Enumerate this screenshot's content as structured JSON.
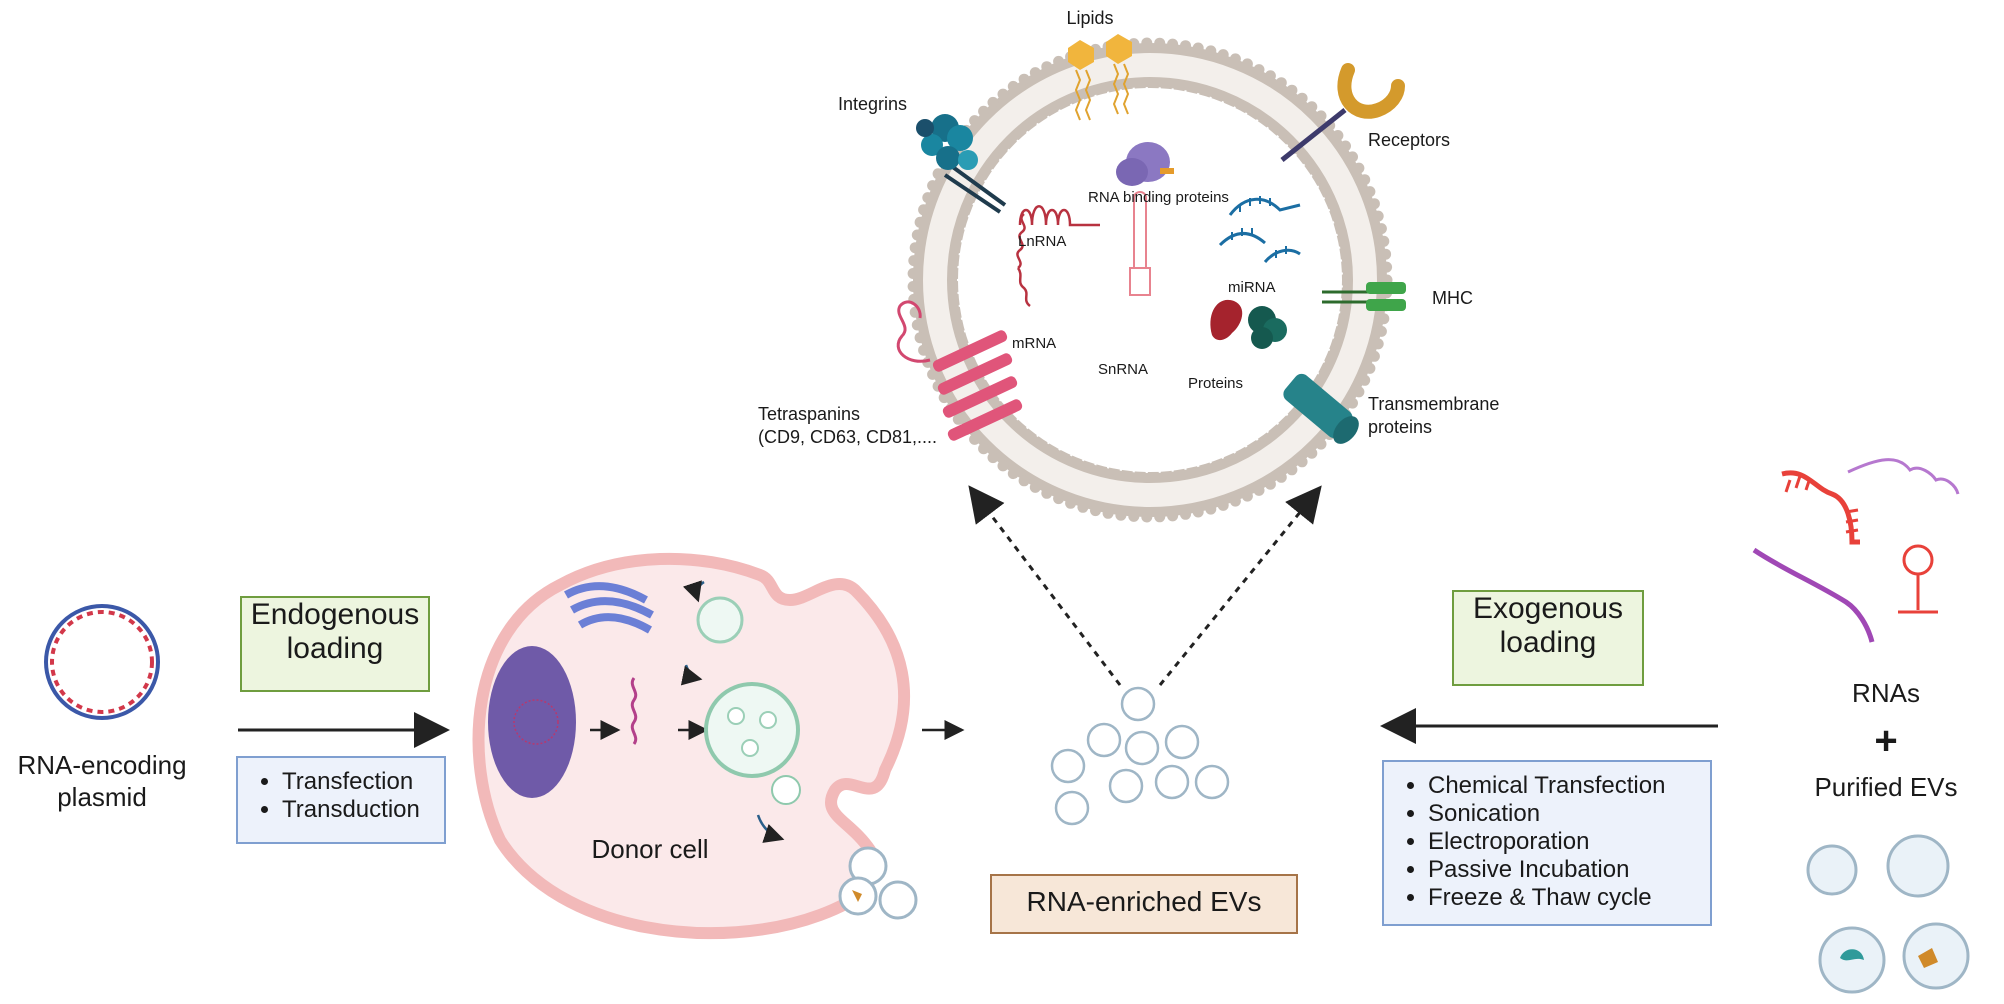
{
  "plasmid": {
    "label_line1": "RNA-encoding",
    "label_line2": "plasmid"
  },
  "endogenous": {
    "title_line1": "Endogenous",
    "title_line2": "loading",
    "methods": [
      "Transfection",
      "Transduction"
    ]
  },
  "donor_cell": {
    "label": "Donor cell"
  },
  "ev_result": {
    "label": "RNA-enriched EVs"
  },
  "exogenous": {
    "title_line1": "Exogenous",
    "title_line2": "loading",
    "methods": [
      "Chemical Transfection",
      "Sonication",
      "Electroporation",
      "Passive Incubation",
      "Freeze & Thaw cycle"
    ]
  },
  "inputs": {
    "rnas": "RNAs",
    "plus": "+",
    "purified_evs": "Purified EVs"
  },
  "ev_detail": {
    "lipids": "Lipids",
    "integrins": "Integrins",
    "receptors": "Receptors",
    "rna_binding_proteins": "RNA binding proteins",
    "lnrna": "LnRNA",
    "mirna": "miRNA",
    "mhc": "MHC",
    "mrna": "mRNA",
    "snrna": "SnRNA",
    "proteins": "Proteins",
    "tetraspanins_line1": "Tetraspanins",
    "tetraspanins_line2": "(CD9, CD63, CD81,....",
    "transmembrane_line1": "Transmembrane",
    "transmembrane_line2": "proteins"
  },
  "colors": {
    "green_box": "#edf5df",
    "blue_box": "#edf2fb",
    "brown_box": "#f7e7d8",
    "membrane": "#c9bfb6",
    "cell_membrane": "#f2b9b9",
    "nucleus": "#6f5aa8"
  }
}
